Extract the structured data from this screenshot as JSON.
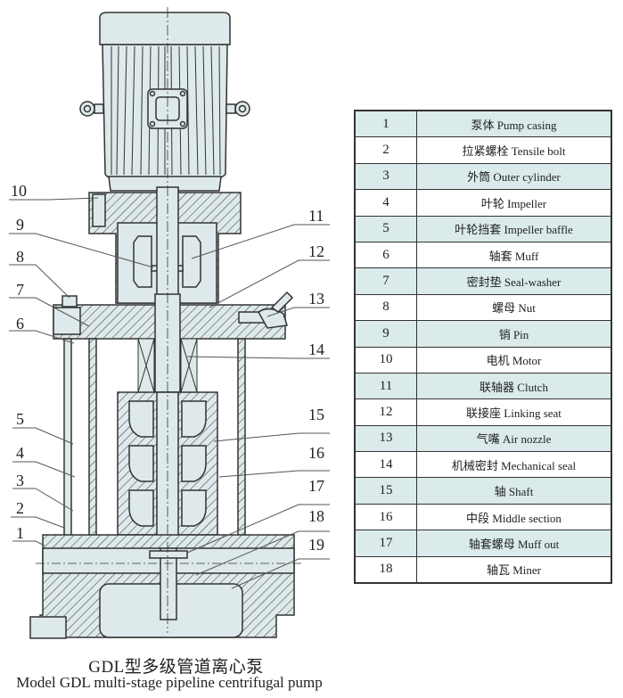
{
  "colors": {
    "fill": "#dde9ea",
    "stroke": "#333333",
    "table_alt_row": "#dbeaea"
  },
  "diagram": {
    "caption_cn": "GDL型多级管道离心泵",
    "caption_en": "Model GDL multi-stage pipeline centrifugal pump",
    "callouts_left": [
      "10",
      "9",
      "8",
      "7",
      "6",
      "5",
      "4",
      "3",
      "2",
      "1"
    ],
    "callouts_right": [
      "11",
      "12",
      "13",
      "14",
      "15",
      "16",
      "17",
      "18",
      "19"
    ]
  },
  "parts_table": {
    "rows": [
      {
        "num": "1",
        "name": "泵体 Pump casing"
      },
      {
        "num": "2",
        "name": "拉紧螺栓 Tensile bolt"
      },
      {
        "num": "3",
        "name": "外筒 Outer cylinder"
      },
      {
        "num": "4",
        "name": "叶轮 Impeller"
      },
      {
        "num": "5",
        "name": "叶轮挡套 Impeller baffle"
      },
      {
        "num": "6",
        "name": "轴套 Muff"
      },
      {
        "num": "7",
        "name": "密封垫 Seal-washer"
      },
      {
        "num": "8",
        "name": "螺母 Nut"
      },
      {
        "num": "9",
        "name": "销 Pin"
      },
      {
        "num": "10",
        "name": "电机 Motor"
      },
      {
        "num": "11",
        "name": "联轴器 Clutch"
      },
      {
        "num": "12",
        "name": "联接座 Linking seat"
      },
      {
        "num": "13",
        "name": "气嘴 Air nozzle"
      },
      {
        "num": "14",
        "name": "机械密封 Mechanical seal"
      },
      {
        "num": "15",
        "name": "轴 Shaft"
      },
      {
        "num": "16",
        "name": "中段 Middle section"
      },
      {
        "num": "17",
        "name": "轴套螺母 Muff out"
      },
      {
        "num": "18",
        "name": "轴瓦 Miner"
      }
    ]
  }
}
